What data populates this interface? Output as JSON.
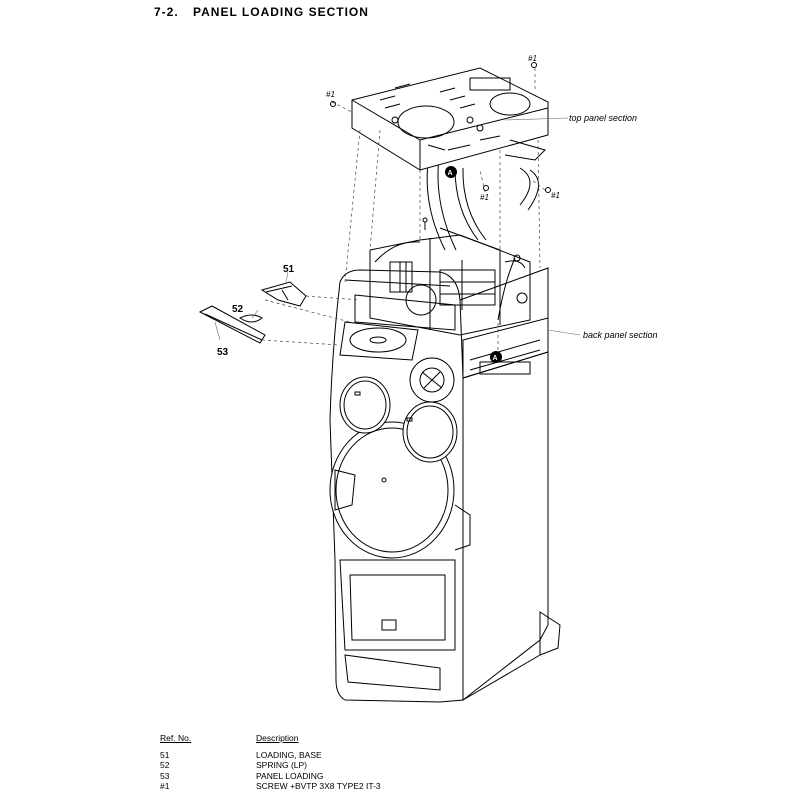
{
  "page": {
    "section_number": "7-2.",
    "section_title": "PANEL  LOADING  SECTION"
  },
  "diagram": {
    "labels": {
      "top_panel": "top panel section",
      "back_panel": "back panel section",
      "screw_mark": "#1",
      "connector_mark": "A"
    },
    "callouts": {
      "p51": "51",
      "p52": "52",
      "p53": "53"
    }
  },
  "parts_table": {
    "headers": {
      "ref": "Ref. No.",
      "desc": "Description"
    },
    "rows": [
      {
        "ref": "51",
        "desc": "LOADING, BASE"
      },
      {
        "ref": "52",
        "desc": "SPRING (LP)"
      },
      {
        "ref": "53",
        "desc": "PANEL LOADING"
      },
      {
        "ref": "#1",
        "desc": "SCREW +BVTP 3X8 TYPE2 IT-3"
      }
    ]
  }
}
